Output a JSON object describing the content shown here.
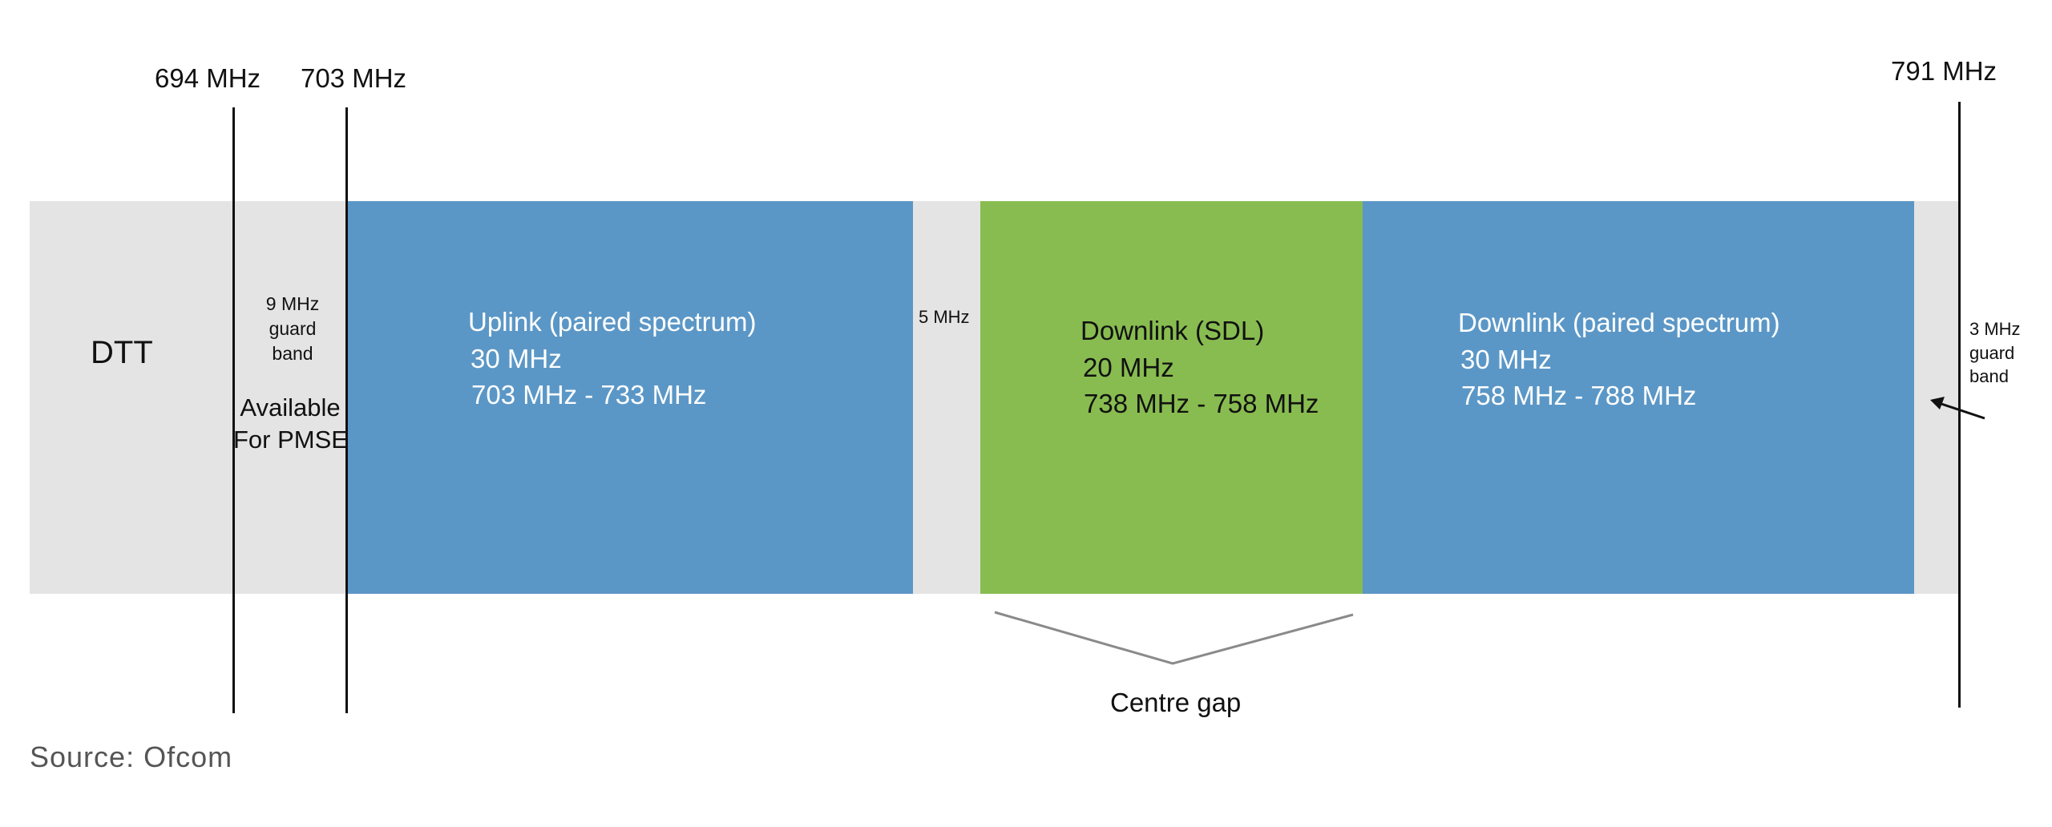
{
  "frequency_markers": {
    "m694": "694 MHz",
    "m703": "703 MHz",
    "m791": "791 MHz"
  },
  "segments": {
    "dtt": {
      "label": "DTT"
    },
    "guard_9": {
      "line1": "9 MHz",
      "line2": "guard",
      "line3": "band",
      "avail1": "Available",
      "avail2": "For PMSE"
    },
    "uplink": {
      "title": "Uplink (paired spectrum)",
      "bandwidth": "30 MHz",
      "range": "703 MHz - 733 MHz"
    },
    "gap_5": {
      "label": "5 MHz"
    },
    "sdl": {
      "title": "Downlink (SDL)",
      "bandwidth": "20 MHz",
      "range": "738 MHz - 758 MHz"
    },
    "downlink": {
      "title": "Downlink (paired spectrum)",
      "bandwidth": "30 MHz",
      "range": "758 MHz - 788 MHz"
    },
    "guard_3": {
      "line1": "3 MHz",
      "line2": "guard",
      "line3": "band"
    }
  },
  "centre_gap": {
    "label": "Centre gap"
  },
  "source": {
    "text": "Source: Ofcom"
  },
  "colors": {
    "paired": "#5b97c6",
    "sdl": "#88bc50",
    "unassigned": "#e4e4e4"
  }
}
